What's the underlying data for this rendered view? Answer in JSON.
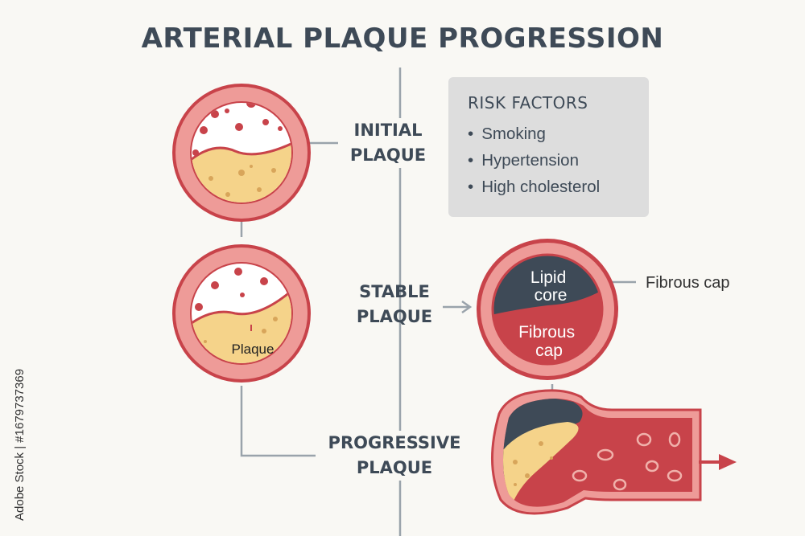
{
  "title": "ARTERIAL PLAQUE PROGRESSION",
  "stages": {
    "initial": [
      "INITIAL",
      "PLAQUE"
    ],
    "stable": [
      "STABLE",
      "PLAQUE"
    ],
    "progressive": [
      "PROGRESSIVE",
      "PLAQUE"
    ]
  },
  "risk_factors": {
    "title": "RISK FACTORS",
    "items": [
      "Smoking",
      "Hypertension",
      "High cholesterol"
    ]
  },
  "labels": {
    "plaque": "Plaque",
    "lipid_core": [
      "Lipid",
      "core"
    ],
    "fibrous_cap_inner": [
      "Fibrous",
      "cap"
    ],
    "fibrous_cap_callout": "Fibrous cap"
  },
  "watermark": "Adobe Stock | #1679737369",
  "colors": {
    "artery_wall": "#e88a8a",
    "artery_outline": "#c8434a",
    "plaque_fat": "#f5d38a",
    "lipid_core": "#3e4a57",
    "blood": "#c8434a",
    "connector": "#9aa3ab"
  }
}
